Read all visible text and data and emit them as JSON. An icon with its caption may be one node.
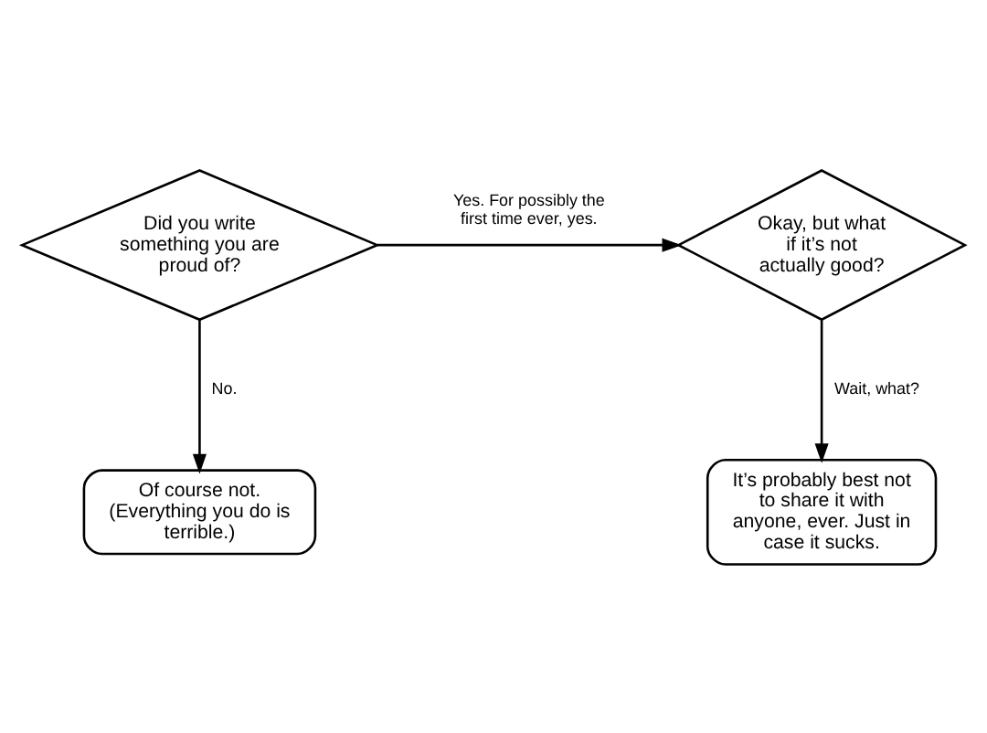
{
  "diagram": {
    "nodes": [
      {
        "text": [
          "Did you write something you are proud of?"
        ]
      },
      {
        "text": [
          "Okay, but what if it’s not actually good?"
        ]
      },
      {
        "text": [
          "Of course not.",
          "(Everything you do is terrible.)"
        ]
      },
      {
        "text": [
          "It’s probably best not to share it with anyone, ever. Just in case it sucks."
        ]
      }
    ],
    "edges": [
      {
        "from": 0,
        "to": 1,
        "arrow": "to",
        "label": "Yes. For possibly the first time ever, yes."
      },
      {
        "from": 0,
        "to": 2,
        "arrow": "to",
        "label": "No."
      },
      {
        "from": 1,
        "to": 3,
        "arrow": "to",
        "label": "Wait, what?"
      }
    ]
  }
}
